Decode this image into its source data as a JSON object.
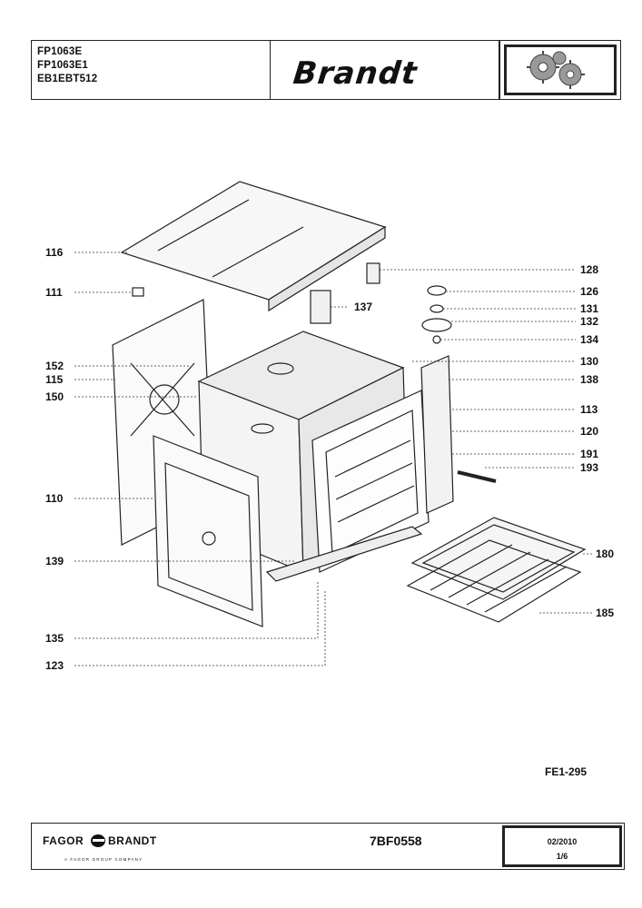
{
  "header": {
    "models": [
      "FP1063E",
      "FP1063E1",
      "EB1EBT512"
    ],
    "brand": "Brandt",
    "icon": "gears-icon"
  },
  "diagram": {
    "callouts_left": [
      "116",
      "111",
      "152",
      "115",
      "150",
      "110",
      "139",
      "135",
      "123"
    ],
    "callouts_right": [
      "128",
      "126",
      "131",
      "132",
      "134",
      "130",
      "138",
      "113",
      "120",
      "191",
      "193",
      "180",
      "185"
    ],
    "callout_center": [
      "137"
    ]
  },
  "figure_code": "FE1-295",
  "footer": {
    "company_left": "FAGOR",
    "company_right": "BRANDT",
    "tagline": "A FAGOR GROUP COMPANY",
    "document_number": "7BF0558",
    "date": "02/2010",
    "page": "1/6"
  }
}
